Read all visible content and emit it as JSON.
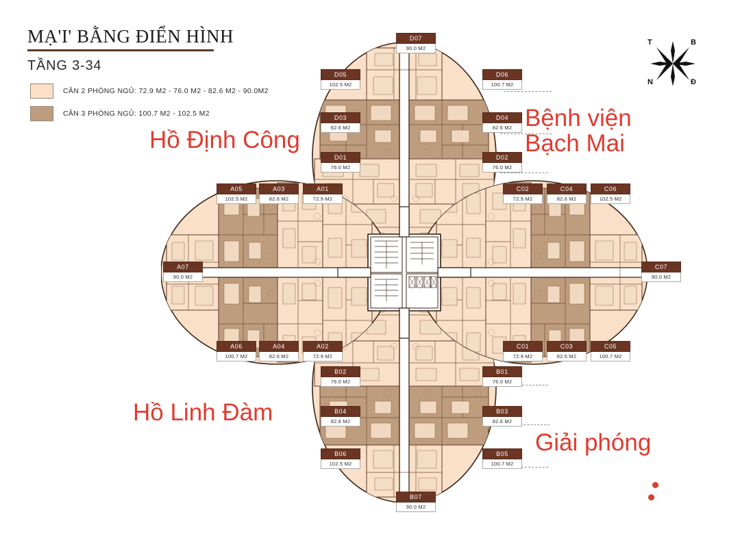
{
  "header": {
    "title": "MẠ'I' BẰNG ĐIỂN HÌNH",
    "subtitle": "TẦNG 3-34"
  },
  "legend": {
    "items": [
      {
        "swatch_color": "#FAE0C8",
        "label": "CĂN 2 PHÒNG NGỦ: 72.9 M2 - 76.0 M2 - 82.6 M2 - 90.0M2"
      },
      {
        "swatch_color": "#BE9C7E",
        "label": "CĂN 3 PHÒNG NGỦ: 100.7 M2 - 102.5 M2"
      }
    ]
  },
  "compass": {
    "north_label": "B",
    "south_label": "N",
    "east_label": "Đ",
    "west_label": "T"
  },
  "landmarks": [
    {
      "id": "ho-dinh-cong",
      "text": "Hồ Định Công",
      "color": "#e03b2f"
    },
    {
      "id": "benh-vien-bach-mai",
      "text": "Bệnh viện\nBạch Mai",
      "color": "#e03b2f"
    },
    {
      "id": "ho-linh-dam",
      "text": "Hồ Linh Đàm",
      "color": "#e03b2f"
    },
    {
      "id": "giai-phong",
      "text": "Giải phóng",
      "color": "#e03b2f"
    }
  ],
  "units": {
    "A01": {
      "code": "A01",
      "area": "72.9 M2"
    },
    "A02": {
      "code": "A02",
      "area": "72.9 M2"
    },
    "A03": {
      "code": "A03",
      "area": "82.6 M2"
    },
    "A04": {
      "code": "A04",
      "area": "82.6 M2"
    },
    "A05": {
      "code": "A05",
      "area": "102.5 M2"
    },
    "A06": {
      "code": "A06",
      "area": "100.7 M2"
    },
    "A07": {
      "code": "A07",
      "area": "90.0 M2"
    },
    "B01": {
      "code": "B01",
      "area": "76.0 M2"
    },
    "B02": {
      "code": "B02",
      "area": "76.0 M2"
    },
    "B03": {
      "code": "B03",
      "area": "82.6 M2"
    },
    "B04": {
      "code": "B04",
      "area": "82.6 M2"
    },
    "B05": {
      "code": "B05",
      "area": "100.7 M2"
    },
    "B06": {
      "code": "B06",
      "area": "102.5 M2"
    },
    "B07": {
      "code": "B07",
      "area": "90.0 M2"
    },
    "C01": {
      "code": "C01",
      "area": "72.9 M2"
    },
    "C02": {
      "code": "C02",
      "area": "72.9 M2"
    },
    "C03": {
      "code": "C03",
      "area": "82.6 M2"
    },
    "C04": {
      "code": "C04",
      "area": "82.6 M2"
    },
    "C05": {
      "code": "C05",
      "area": "100.7 M2"
    },
    "C06": {
      "code": "C06",
      "area": "102.5 M2"
    },
    "C07": {
      "code": "C07",
      "area": "90.0 M2"
    },
    "D01": {
      "code": "D01",
      "area": "76.0 M2"
    },
    "D02": {
      "code": "D02",
      "area": "76.0 M2"
    },
    "D03": {
      "code": "D03",
      "area": "82.6 M2"
    },
    "D04": {
      "code": "D04",
      "area": "82.6 M2"
    },
    "D05": {
      "code": "D05",
      "area": "102.5 M2"
    },
    "D06": {
      "code": "D06",
      "area": "100.7 M2"
    },
    "D07": {
      "code": "D07",
      "area": "90.0 M2"
    }
  },
  "colors": {
    "tag_head_bg": "#6b3524",
    "tag_head_text": "#ffffff",
    "tag_body_bg": "#ffffff",
    "landmark_red": "#e03b2f",
    "rule_brown": "#5a3a27",
    "unit_2br": "#FAE0C8",
    "unit_3br": "#BE9C7E",
    "wall": "#4a3226"
  }
}
